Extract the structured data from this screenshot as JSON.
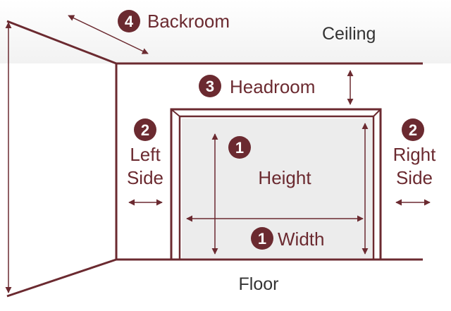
{
  "colors": {
    "accent": "#6b2a30",
    "text": "#6b2a30",
    "dark_text": "#333333",
    "door_fill": "#ececec"
  },
  "labels": {
    "backroom": {
      "num": "4",
      "text": "Backroom"
    },
    "ceiling": "Ceiling",
    "headroom": {
      "num": "3",
      "text": "Headroom"
    },
    "left_side": {
      "num": "2",
      "line1": "Left",
      "line2": "Side"
    },
    "right_side": {
      "num": "2",
      "line1": "Right",
      "line2": "Side"
    },
    "height": {
      "num": "1",
      "text": "Height"
    },
    "width": {
      "num": "1",
      "text": "Width"
    },
    "floor": "Floor"
  }
}
